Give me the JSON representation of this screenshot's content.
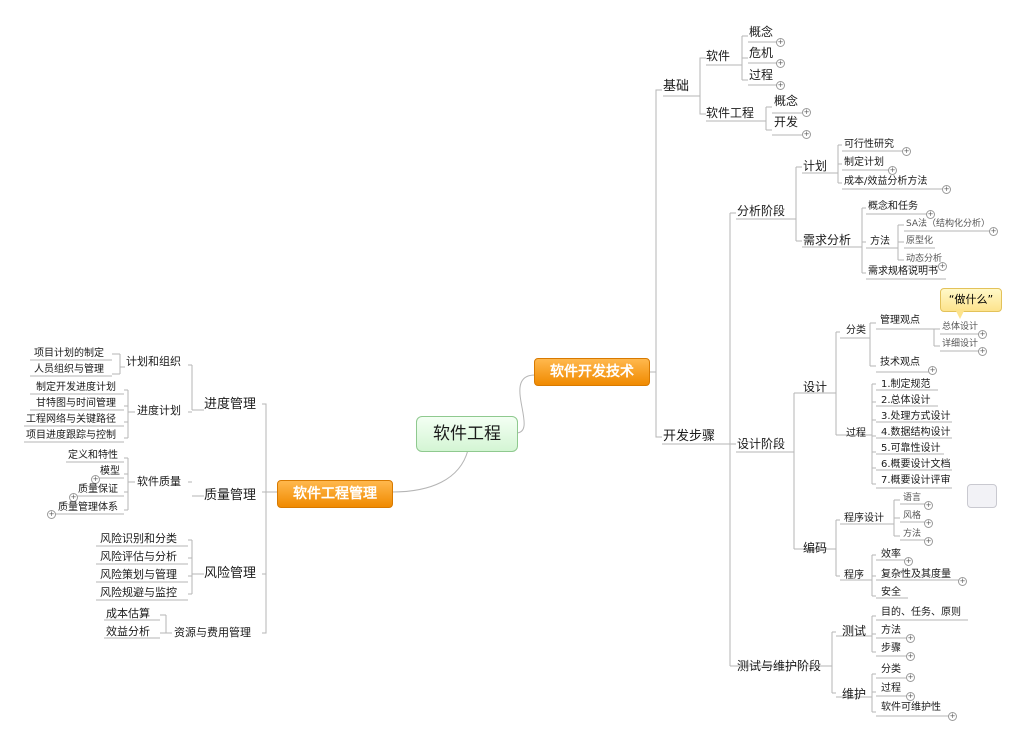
{
  "root": {
    "label": "软件工程"
  },
  "main_topics": {
    "tech": "软件开发技术",
    "mgmt": "软件工程管理"
  },
  "basics": {
    "label": "基础",
    "software": {
      "label": "软件",
      "items": [
        "概念",
        "危机",
        "过程"
      ]
    },
    "engineering": {
      "label": "软件工程",
      "items": [
        "概念",
        "开发"
      ]
    }
  },
  "dev_steps": {
    "label": "开发步骤"
  },
  "analysis": {
    "label": "分析阶段",
    "plan": {
      "label": "计划",
      "items": [
        "可行性研究",
        "制定计划",
        "成本/效益分析方法"
      ]
    },
    "req": {
      "label": "需求分析",
      "concept": "概念和任务",
      "method": {
        "label": "方法",
        "items": [
          "SA法（结构化分析）",
          "原型化",
          "动态分析"
        ]
      },
      "spec": "需求规格说明书"
    }
  },
  "design": {
    "label": "设计阶段",
    "design_node": {
      "label": "设计",
      "category": {
        "label": "分类",
        "mgmt_view": {
          "label": "管理观点",
          "callout": "“做什么”",
          "items": [
            "总体设计",
            "详细设计"
          ]
        },
        "tech_view": "技术观点"
      },
      "process": {
        "label": "过程",
        "items": [
          "1.制定规范",
          "2.总体设计",
          "3.处理方式设计",
          "4.数据结构设计",
          "5.可靠性设计",
          "6.概要设计文档",
          "7.概要设计评审"
        ]
      }
    },
    "coding": {
      "label": "编码",
      "prog_design": {
        "label": "程序设计",
        "items": [
          "语言",
          "风格",
          "方法"
        ]
      },
      "program": {
        "label": "程序",
        "items": [
          "效率",
          "复杂性及其度量",
          "安全"
        ]
      }
    }
  },
  "test_maint": {
    "label": "测试与维护阶段",
    "test": {
      "label": "测试",
      "items": [
        "目的、任务、原则",
        "方法",
        "步骤"
      ]
    },
    "maint": {
      "label": "维护",
      "items": [
        "分类",
        "过程",
        "软件可维护性"
      ]
    }
  },
  "progress": {
    "label": "进度管理",
    "plan_org": {
      "label": "计划和组织",
      "items": [
        "项目计划的制定",
        "人员组织与管理"
      ]
    },
    "schedule": {
      "label": "进度计划",
      "items": [
        "制定开发进度计划",
        "甘特图与时间管理",
        "工程网络与关键路径",
        "项目进度跟踪与控制"
      ]
    }
  },
  "quality": {
    "label": "质量管理",
    "sq": {
      "label": "软件质量",
      "items": [
        "定义和特性",
        "模型",
        "质量保证",
        "质量管理体系"
      ]
    }
  },
  "risk": {
    "label": "风险管理",
    "items": [
      "风险识别和分类",
      "风险评估与分析",
      "风险策划与管理",
      "风险规避与监控"
    ]
  },
  "resource": {
    "label": "资源与费用管理",
    "items": [
      "成本估算",
      "效益分析"
    ]
  },
  "expand_glyph": "+"
}
